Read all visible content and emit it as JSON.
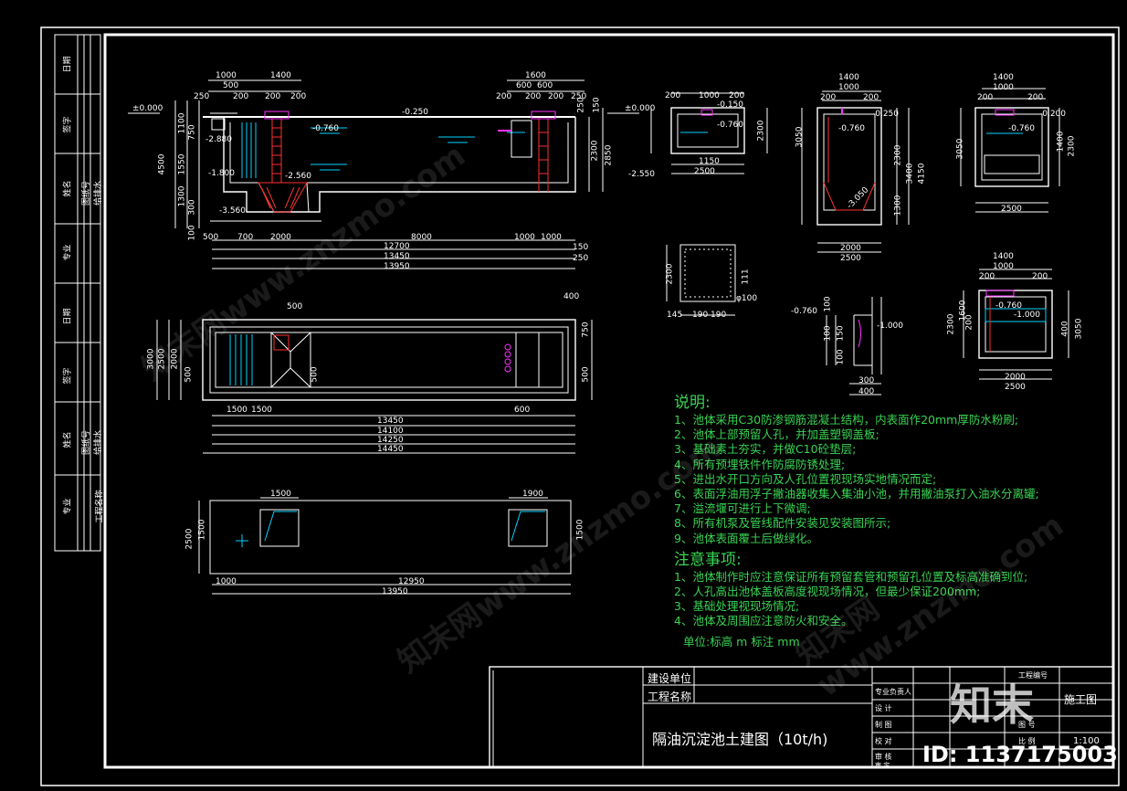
{
  "drawing": {
    "dims_elevation_top": [
      "1000",
      "1400",
      "250",
      "500",
      "200",
      "200",
      "200",
      "1600",
      "200",
      "600",
      "600",
      "250",
      "200",
      "200"
    ],
    "dims_elevation_bottom": [
      "500",
      "700",
      "2000",
      "8000",
      "1000",
      "1000",
      "12700",
      "13450",
      "13950",
      "150",
      "250"
    ],
    "dims_elevation_left": [
      "4500",
      "1100",
      "750",
      "1550",
      "1300",
      "300",
      "100"
    ],
    "dims_elevation_right": [
      "2300",
      "2850",
      "250",
      "150"
    ],
    "levels": [
      "±0.000",
      "-0.250",
      "-0.760",
      "-2.560",
      "-2.880",
      "-1.800",
      "-3.560",
      "-2.550"
    ],
    "dims_plan": [
      "500",
      "400",
      "3000",
      "2500",
      "2000",
      "500",
      "750",
      "500",
      "500",
      "1500",
      "1500",
      "600",
      "13450",
      "14100",
      "14250",
      "14450"
    ],
    "dims_base": [
      "1500",
      "1900",
      "2500",
      "1500",
      "1500",
      "1000",
      "12950",
      "13950"
    ],
    "dims_section_a": [
      "200",
      "1000",
      "200",
      "1150",
      "2300",
      "2500",
      "±0.000",
      "-0.150",
      "-0.760"
    ],
    "dims_section_b": [
      "1400",
      "1000",
      "200",
      "200",
      "3050",
      "2300",
      "3400",
      "4150",
      "1300",
      "2000",
      "2500",
      "-0.250",
      "-0.760",
      "-3.050"
    ],
    "dims_section_c": [
      "1400",
      "1000",
      "200",
      "200",
      "3050",
      "1400",
      "2300",
      "2500",
      "-0.200",
      "-0.760"
    ],
    "dims_section_d": [
      "1400",
      "1000",
      "200",
      "200",
      "2300",
      "1600",
      "200",
      "400",
      "3050",
      "2000",
      "2500",
      "-0.760",
      "-1.000"
    ],
    "dims_cover": [
      "2300",
      "145",
      "190",
      "190",
      "111",
      "φ100"
    ],
    "dims_detail": [
      "-0.760",
      "100",
      "100",
      "150",
      "100",
      "300",
      "400",
      "-1.000"
    ]
  },
  "notes": {
    "heading1": "说明:",
    "items1": [
      "1、池体采用C30防渗钢筋混凝土结构，内表面作20mm厚防水粉刷;",
      "2、池体上部预留人孔，并加盖塑钢盖板;",
      "3、基础素土夯实，并做C10砼垫层;",
      "4、所有预埋铁件作防腐防锈处理;",
      "5、进出水开口方向及人孔位置视现场实地情况而定;",
      "6、表面浮油用浮子撇油器收集入集油小池，并用撇油泵打入油水分离罐;",
      "7、溢流堰可进行上下微调;",
      "8、所有机泵及管线配件安装见安装图所示;",
      "9、池体表面覆土后做绿化。"
    ],
    "heading2": "注意事项:",
    "items2": [
      "1、池体制作时应注意保证所有预留套管和预留孔位置及标高准确到位;",
      "2、人孔高出池体盖板高度视现场情况，但最少保证200mm;",
      "3、基础处理视现场情况;",
      "4、池体及周围应注意防火和安全。"
    ],
    "units": "单位:标高 m    标注 mm"
  },
  "title_block": {
    "client_label": "建设单位",
    "project_label": "工程名称",
    "drawing_title": "隔油沉淀池土建图（10t/h)",
    "sign_rows": [
      "专业负责人",
      "设    计",
      "制    图",
      "校    对",
      "审    核",
      "审    定"
    ],
    "right_rows": [
      "工程编号",
      "图    号",
      "比    例"
    ],
    "stage": "施工图",
    "scale": "1:100"
  },
  "left_strip": {
    "groups": [
      [
        "日期",
        "签字",
        "姓名",
        "图纸号",
        "给排水",
        "专业"
      ],
      [
        "日期",
        "签字",
        "姓名",
        "图纸号",
        "给排水",
        "专业"
      ],
      [
        "工程名称",
        "专业"
      ]
    ]
  },
  "overlay": {
    "logo": "知末",
    "id_text": "ID: 1137175003",
    "watermark": "知末网www.znzmo.com"
  },
  "colors": {
    "bg": "#000000",
    "line": "#ffffff",
    "note": "#39d353",
    "water": "#00d4ff",
    "hatch": "#ff3030",
    "accent": "#ff33ff"
  }
}
